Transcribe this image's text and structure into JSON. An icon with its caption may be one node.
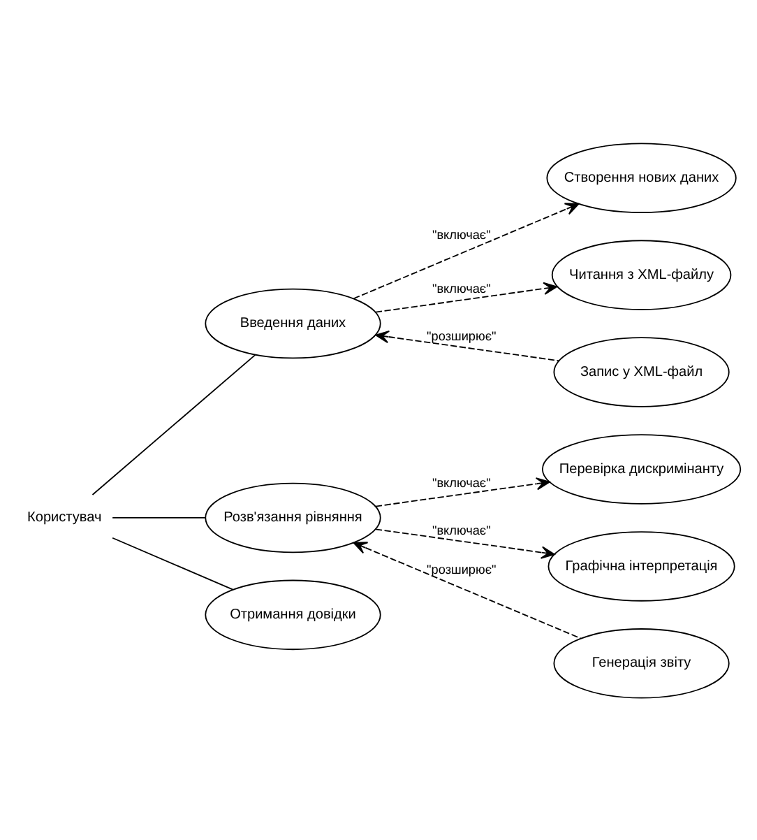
{
  "diagram": {
    "nodes": [
      {
        "text": [
          "Користувач"
        ]
      },
      {
        "text": [
          "Введення даних"
        ]
      },
      {
        "text": [
          "Створення нових даних"
        ]
      },
      {
        "text": [
          "Читання з XML-файлу"
        ]
      },
      {
        "text": [
          "Запис у XML-файл"
        ]
      },
      {
        "text": [
          "Розв'язання рівняння"
        ]
      },
      {
        "text": [
          "Перевірка дискримінанту"
        ]
      },
      {
        "text": [
          "Графічна інтерпретація"
        ]
      },
      {
        "text": [
          "Генерація звіту"
        ]
      },
      {
        "text": [
          "Отримання довідки"
        ]
      }
    ],
    "edges": [
      {
        "from": 0,
        "to": 1,
        "arrow": "none"
      },
      {
        "from": 0,
        "to": 5,
        "arrow": "none"
      },
      {
        "from": 0,
        "to": 9,
        "arrow": "none"
      },
      {
        "from": 1,
        "to": 2,
        "arrow": "to",
        "style": "dashed",
        "label": "\"включає\""
      },
      {
        "from": 1,
        "to": 3,
        "arrow": "to",
        "style": "dashed",
        "label": "\"включає\""
      },
      {
        "from": 4,
        "to": 1,
        "arrow": "to",
        "style": "dashed",
        "label": "\"розширює\""
      },
      {
        "from": 5,
        "to": 6,
        "arrow": "to",
        "style": "dashed",
        "label": "\"включає\""
      },
      {
        "from": 5,
        "to": 7,
        "arrow": "to",
        "style": "dashed",
        "label": "\"включає\""
      },
      {
        "from": 8,
        "to": 5,
        "arrow": "to",
        "style": "dashed",
        "label": "\"розширює\""
      }
    ]
  }
}
